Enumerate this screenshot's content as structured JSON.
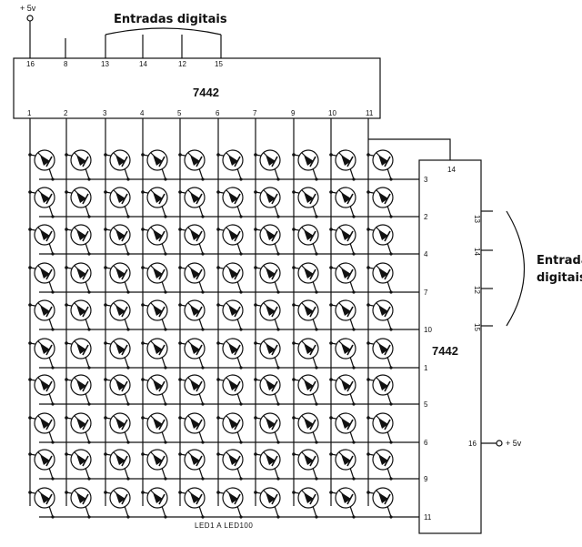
{
  "supply": {
    "top": "+ 5v",
    "right": "+ 5v"
  },
  "input_label_top": "Entradas digitais",
  "input_label_right_1": "Entradas",
  "input_label_right_2": "digitais",
  "top_decoder": {
    "name": "7442",
    "input_pins": [
      "16",
      "8",
      "13",
      "14",
      "12",
      "15"
    ],
    "output_pins": [
      "1",
      "2",
      "3",
      "4",
      "5",
      "6",
      "7",
      "9",
      "10",
      "11"
    ]
  },
  "right_decoder": {
    "name": "7442",
    "vcc_pin": "14",
    "output_pins": [
      "3",
      "2",
      "4",
      "7",
      "10",
      "1",
      "5",
      "6",
      "9",
      "11"
    ],
    "input_pins": [
      "13",
      "14",
      "12",
      "15"
    ],
    "supply_pin": "16"
  },
  "led_caption": "LED1 A LED100",
  "led_grid": {
    "rows": 10,
    "cols": 10
  }
}
